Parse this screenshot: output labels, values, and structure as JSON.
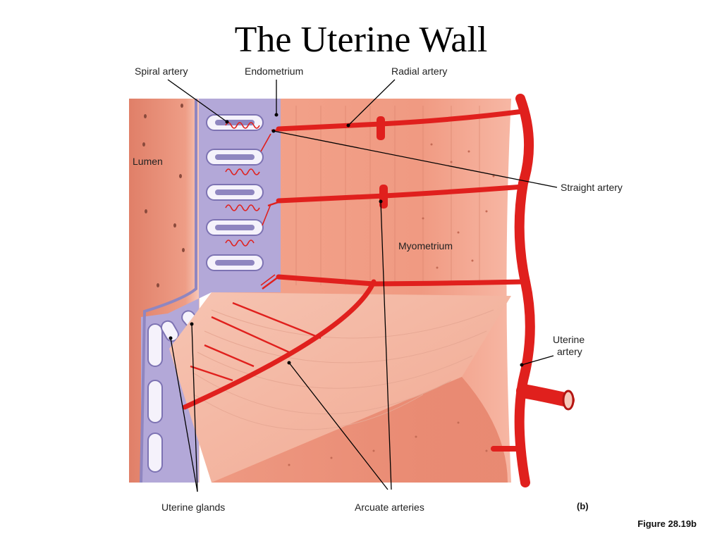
{
  "title": "The Uterine Wall",
  "labels": {
    "spiral_artery": "Spiral artery",
    "endometrium": "Endometrium",
    "radial_artery": "Radial artery",
    "lumen": "Lumen",
    "straight_artery": "Straight artery",
    "myometrium": "Myometrium",
    "uterine_artery_1": "Uterine",
    "uterine_artery_2": "artery",
    "uterine_glands": "Uterine glands",
    "arcuate_arteries": "Arcuate arteries",
    "panel": "(b)"
  },
  "figure_ref": "Figure 28.19b",
  "colors": {
    "lumen": "#e58b73",
    "endometrium": "#b3a8d8",
    "myometrium": "#f09a82",
    "artery": "#e0201d",
    "gland": "#8f86c0"
  }
}
